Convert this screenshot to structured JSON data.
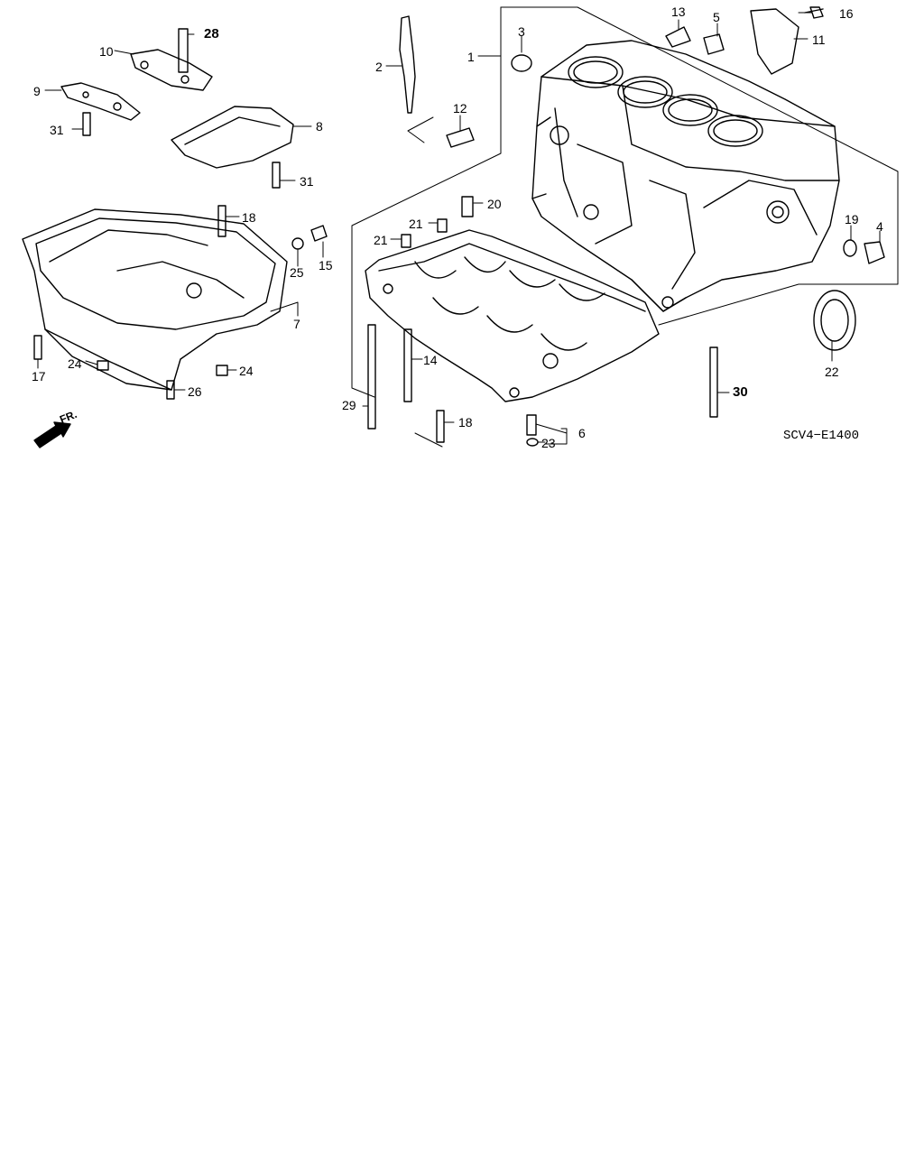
{
  "diagram": {
    "code": "SCV4−E1400",
    "front_marker": "FR.",
    "callouts": [
      {
        "id": "1",
        "label": "1"
      },
      {
        "id": "2",
        "label": "2"
      },
      {
        "id": "3",
        "label": "3"
      },
      {
        "id": "4",
        "label": "4"
      },
      {
        "id": "5",
        "label": "5"
      },
      {
        "id": "6",
        "label": "6"
      },
      {
        "id": "7",
        "label": "7"
      },
      {
        "id": "8",
        "label": "8"
      },
      {
        "id": "9",
        "label": "9"
      },
      {
        "id": "10",
        "label": "10"
      },
      {
        "id": "11",
        "label": "11"
      },
      {
        "id": "12",
        "label": "12"
      },
      {
        "id": "13",
        "label": "13"
      },
      {
        "id": "14",
        "label": "14"
      },
      {
        "id": "15",
        "label": "15"
      },
      {
        "id": "16",
        "label": "16"
      },
      {
        "id": "17",
        "label": "17"
      },
      {
        "id": "18a",
        "label": "18"
      },
      {
        "id": "18b",
        "label": "18"
      },
      {
        "id": "19",
        "label": "19"
      },
      {
        "id": "20",
        "label": "20"
      },
      {
        "id": "21a",
        "label": "21"
      },
      {
        "id": "21b",
        "label": "21"
      },
      {
        "id": "22",
        "label": "22"
      },
      {
        "id": "23",
        "label": "23"
      },
      {
        "id": "24a",
        "label": "24"
      },
      {
        "id": "24b",
        "label": "24"
      },
      {
        "id": "25",
        "label": "25"
      },
      {
        "id": "26",
        "label": "26"
      },
      {
        "id": "28",
        "label": "28"
      },
      {
        "id": "29",
        "label": "29"
      },
      {
        "id": "30",
        "label": "30"
      },
      {
        "id": "31a",
        "label": "31"
      },
      {
        "id": "31b",
        "label": "31"
      }
    ]
  }
}
